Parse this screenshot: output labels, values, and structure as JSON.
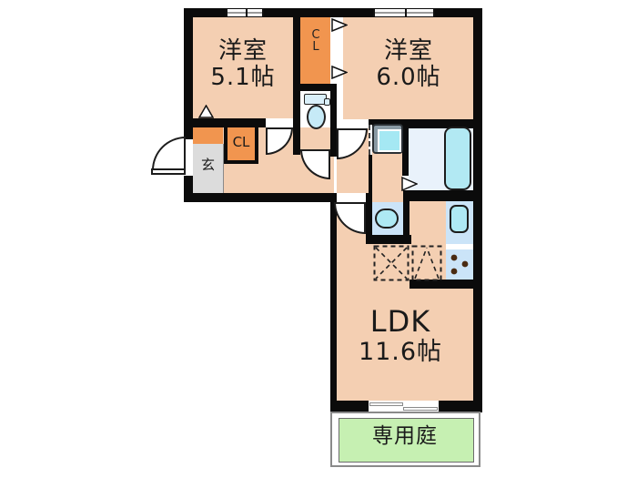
{
  "floorplan": {
    "bedroom1": {
      "label": "洋室",
      "area": "5.1帖"
    },
    "bedroom2": {
      "label": "洋室",
      "area": "6.0帖"
    },
    "ldk": {
      "label": "LDK",
      "area": "11.6帖"
    },
    "garden": {
      "label": "専用庭"
    },
    "entrance": {
      "label": "玄"
    },
    "closet_hall": {
      "label": "CL"
    },
    "closet_top": {
      "line1": "C",
      "line2": "L"
    },
    "colors": {
      "room_floor": "#F4CFB2",
      "closet": "#F1954F",
      "entrance_floor": "#DCDCDC",
      "wet_area_floor": "#CBE4F8",
      "bathroom_floor": "#E9F2FB",
      "fixture_fill": "#AEE9F4",
      "garden": "#C6F0B2",
      "wall": "#0B0B0B"
    },
    "fixtures": [
      "toilet",
      "washbasin",
      "bathtub",
      "washing-machine",
      "kitchen-sink",
      "gas-stove",
      "refrigerator-space"
    ]
  }
}
